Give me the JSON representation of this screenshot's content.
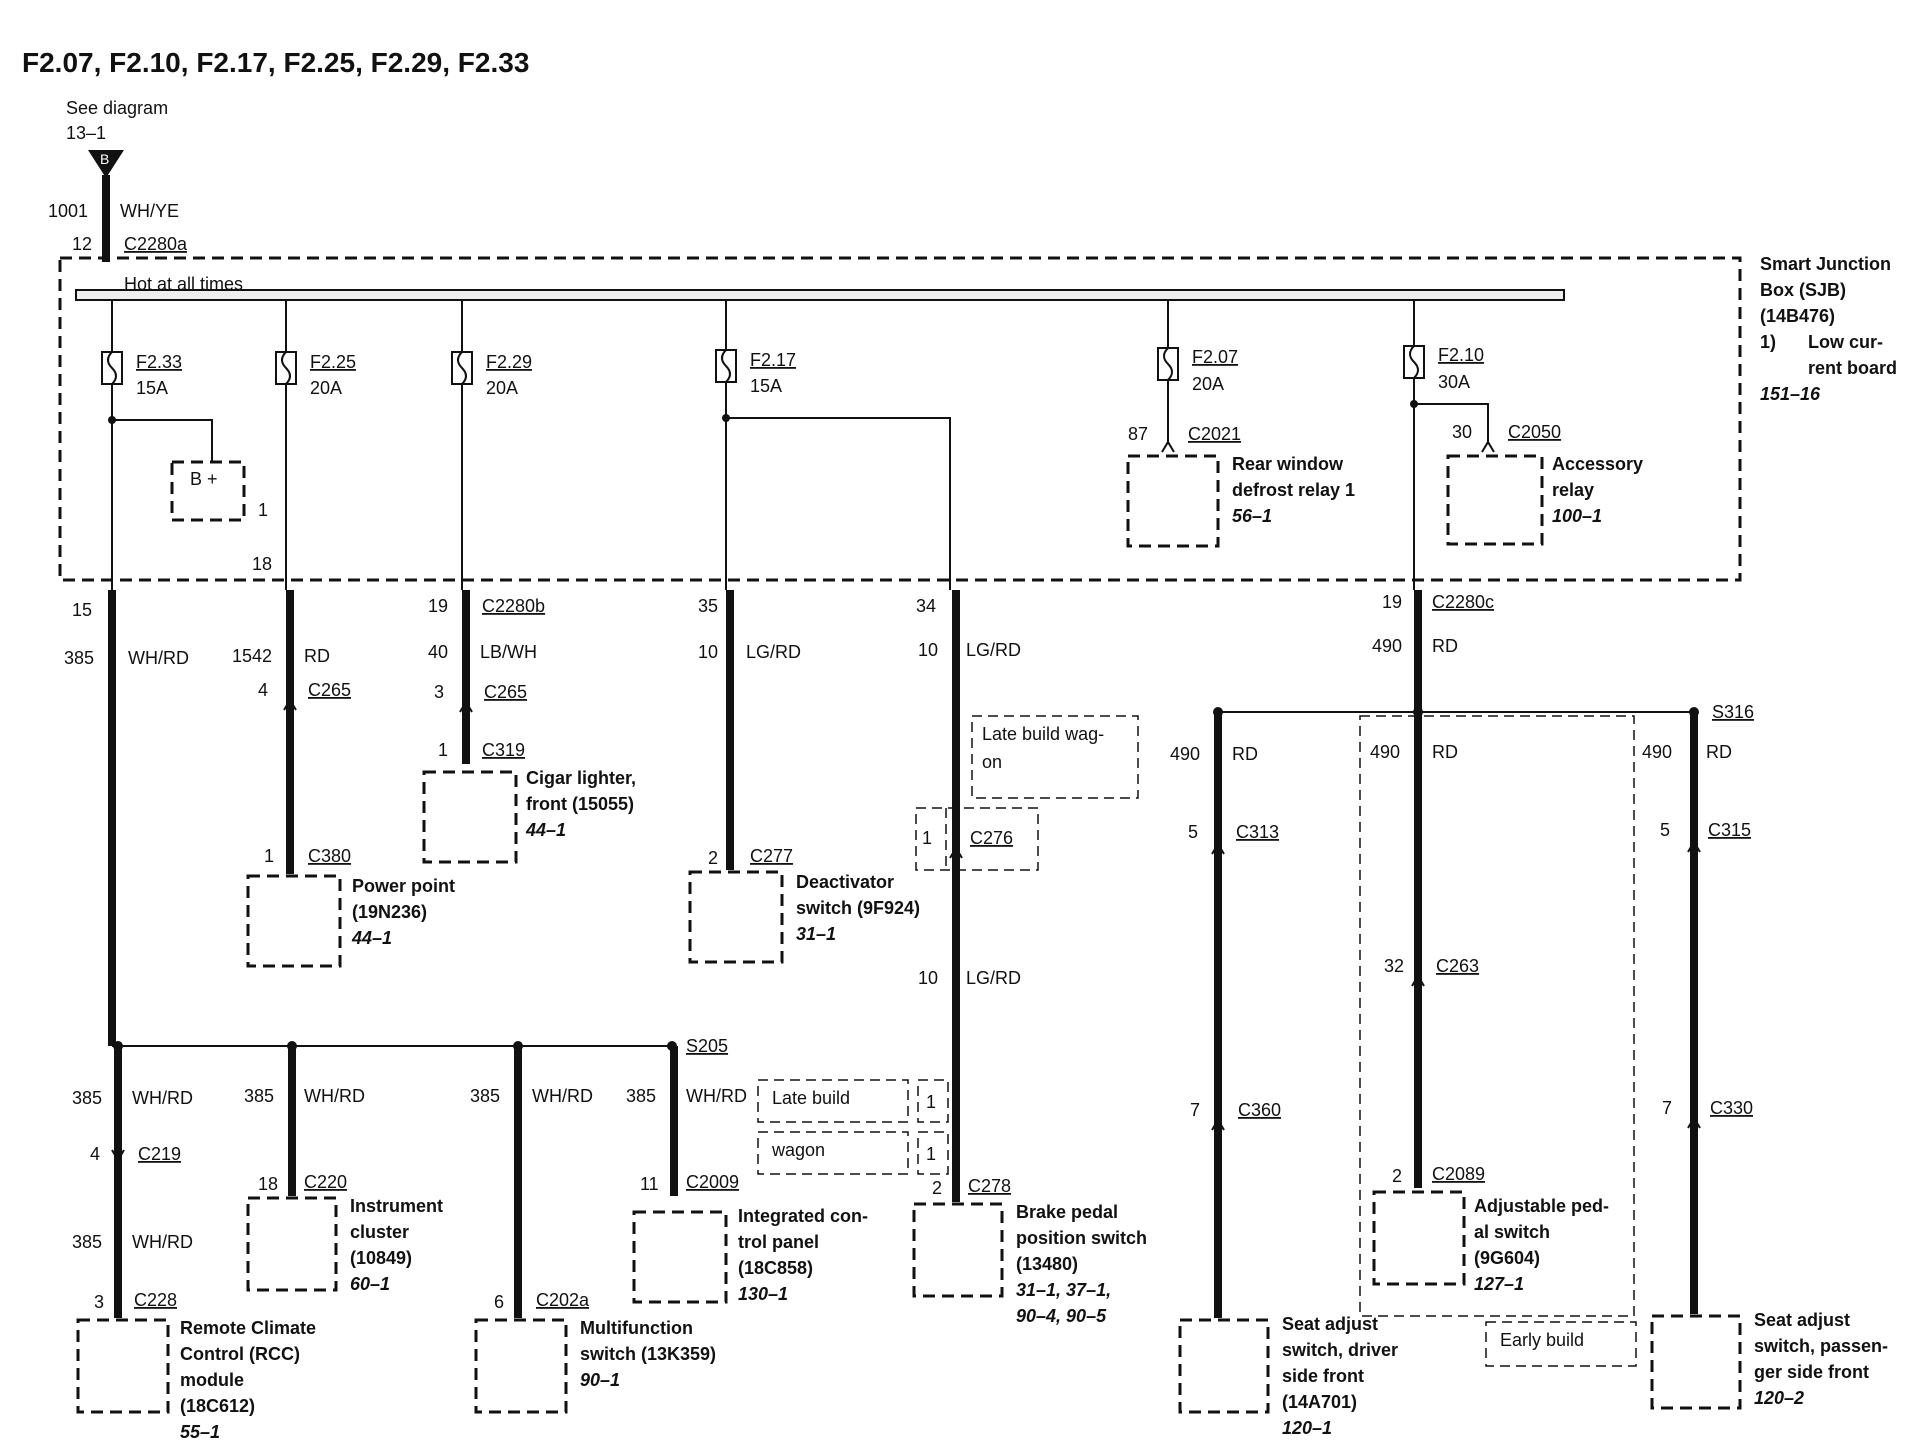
{
  "title": "F2.07, F2.10, F2.17, F2.25, F2.29, F2.33",
  "source": {
    "see": "See diagram",
    "ref": "13–1",
    "letter": "B",
    "circuit": "1001",
    "color": "WH/YE",
    "pin": "12",
    "connector": "C2280a"
  },
  "sjb": {
    "bus_label": "Hot at all times",
    "name1": "Smart Junction",
    "name2": "Box (SJB)",
    "part": "(14B476)",
    "note_num": "1)",
    "note1": "Low cur-",
    "note2": "rent board",
    "ref": "151–16"
  },
  "fuses": [
    {
      "id": "F2.33",
      "rating": "15A"
    },
    {
      "id": "F2.25",
      "rating": "20A"
    },
    {
      "id": "F2.29",
      "rating": "20A"
    },
    {
      "id": "F2.17",
      "rating": "15A"
    },
    {
      "id": "F2.07",
      "rating": "20A"
    },
    {
      "id": "F2.10",
      "rating": "30A"
    }
  ],
  "bplus": {
    "label": "B +",
    "pin": "1"
  },
  "rear_defrost": {
    "pin": "87",
    "connector": "C2021",
    "line1": "Rear window",
    "line2": "defrost relay 1",
    "ref": "56–1"
  },
  "accessory": {
    "pin": "30",
    "connector": "C2050",
    "line1": "Accessory",
    "line2": "relay",
    "ref": "100–1"
  },
  "c1": {
    "pin": "15",
    "circuit": "385",
    "color": "WH/RD"
  },
  "c2": {
    "pin": "18",
    "circuit": "1542",
    "color": "RD",
    "pin2": "4",
    "conn2": "C265",
    "pin3": "1",
    "conn3": "C380",
    "line1": "Power point",
    "line2": "(19N236)",
    "ref": "44–1"
  },
  "c3": {
    "pin": "19",
    "connector": "C2280b",
    "circuit": "40",
    "color": "LB/WH",
    "pin2": "3",
    "conn2": "C265",
    "pin3": "1",
    "conn3": "C319",
    "line1": "Cigar lighter,",
    "line2": "front (15055)",
    "ref": "44–1"
  },
  "c4": {
    "pin": "35",
    "circuit": "10",
    "color": "LG/RD",
    "pin2": "2",
    "conn2": "C277",
    "line1": "Deactivator",
    "line2": "switch (9F924)",
    "ref": "31–1"
  },
  "c5": {
    "pin": "34",
    "circuit": "10",
    "color": "LG/RD",
    "note1": "Late build wag-",
    "note2": "on",
    "pin2": "1",
    "conn2": "C276",
    "circuit2": "10",
    "color2": "LG/RD",
    "late1": "Late build",
    "late2": "wagon",
    "one": "1",
    "pin3": "2",
    "conn3": "C278",
    "line1": "Brake pedal",
    "line2": "position switch",
    "line3": "(13480)",
    "ref1": "31–1, 37–1,",
    "ref2": "90–4, 90–5"
  },
  "c6": {
    "pin": "19",
    "connector": "C2280c",
    "circuit": "490",
    "color": "RD",
    "splice": "S316"
  },
  "seat_driver": {
    "circuit": "490",
    "color": "RD",
    "pin2": "5",
    "conn2": "C313",
    "pin3": "7",
    "conn3": "C360",
    "line1": "Seat adjust",
    "line2": "switch, driver",
    "line3": "side front",
    "line4": "(14A701)",
    "ref": "120–1"
  },
  "pedal_sw": {
    "circuit": "490",
    "color": "RD",
    "pin2": "32",
    "conn2": "C263",
    "pin3": "2",
    "conn3": "C2089",
    "line1": "Adjustable ped-",
    "line2": "al switch",
    "line3": "(9G604)",
    "ref": "127–1",
    "early": "Early build"
  },
  "seat_pass": {
    "circuit": "490",
    "color": "RD",
    "pin2": "5",
    "conn2": "C315",
    "pin3": "7",
    "conn3": "C330",
    "line1": "Seat adjust",
    "line2": "switch, passen-",
    "line3": "ger side front",
    "ref": "120–2"
  },
  "splice_s205": "S205",
  "rcc": {
    "circuit": "385",
    "color": "WH/RD",
    "pin2": "4",
    "conn2": "C219",
    "circuit2": "385",
    "color2": "WH/RD",
    "pin3": "3",
    "conn3": "C228",
    "line1": "Remote Climate",
    "line2": "Control (RCC)",
    "line3": "module",
    "line4": "(18C612)",
    "ref": "55–1"
  },
  "cluster": {
    "circuit": "385",
    "color": "WH/RD",
    "pin2": "18",
    "conn2": "C220",
    "line1": "Instrument",
    "line2": "cluster",
    "line3": "(10849)",
    "ref": "60–1"
  },
  "multi": {
    "circuit": "385",
    "color": "WH/RD",
    "pin2": "6",
    "conn2": "C202a",
    "line1": "Multifunction",
    "line2": "switch (13K359)",
    "ref": "90–1"
  },
  "icp": {
    "circuit": "385",
    "color": "WH/RD",
    "pin2": "11",
    "conn2": "C2009",
    "line1": "Integrated con-",
    "line2": "trol panel",
    "line3": "(18C858)",
    "ref": "130–1"
  }
}
